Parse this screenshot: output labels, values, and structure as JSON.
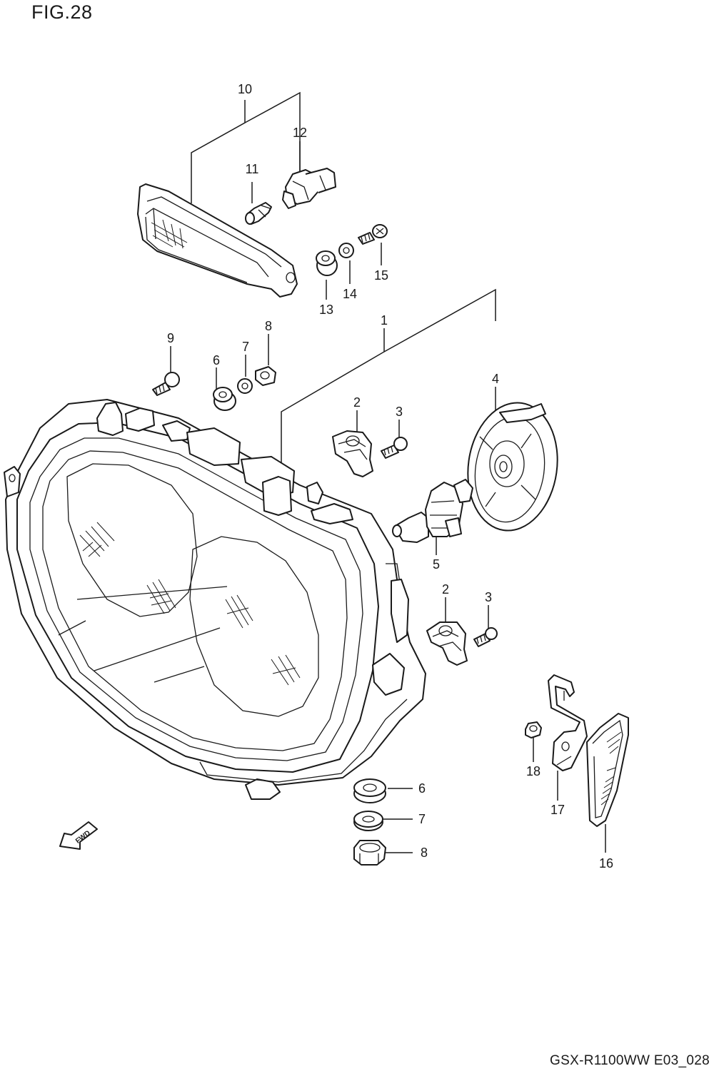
{
  "figure": {
    "title": "FIG.28"
  },
  "footer": {
    "model_code": "GSX-R1100WW  E03_028"
  },
  "fwd_arrow": {
    "label": "FWD"
  },
  "callouts": [
    {
      "id": "c1",
      "label": "1"
    },
    {
      "id": "c2a",
      "label": "2"
    },
    {
      "id": "c2b",
      "label": "2"
    },
    {
      "id": "c3a",
      "label": "3"
    },
    {
      "id": "c3b",
      "label": "3"
    },
    {
      "id": "c4",
      "label": "4"
    },
    {
      "id": "c5",
      "label": "5"
    },
    {
      "id": "c6a",
      "label": "6"
    },
    {
      "id": "c6b",
      "label": "6"
    },
    {
      "id": "c7a",
      "label": "7"
    },
    {
      "id": "c7b",
      "label": "7"
    },
    {
      "id": "c8a",
      "label": "8"
    },
    {
      "id": "c8b",
      "label": "8"
    },
    {
      "id": "c9",
      "label": "9"
    },
    {
      "id": "c10",
      "label": "10"
    },
    {
      "id": "c11",
      "label": "11"
    },
    {
      "id": "c12",
      "label": "12"
    },
    {
      "id": "c13",
      "label": "13"
    },
    {
      "id": "c14",
      "label": "14"
    },
    {
      "id": "c15",
      "label": "15"
    },
    {
      "id": "c16",
      "label": "16"
    },
    {
      "id": "c17",
      "label": "17"
    },
    {
      "id": "c18",
      "label": "18"
    }
  ]
}
